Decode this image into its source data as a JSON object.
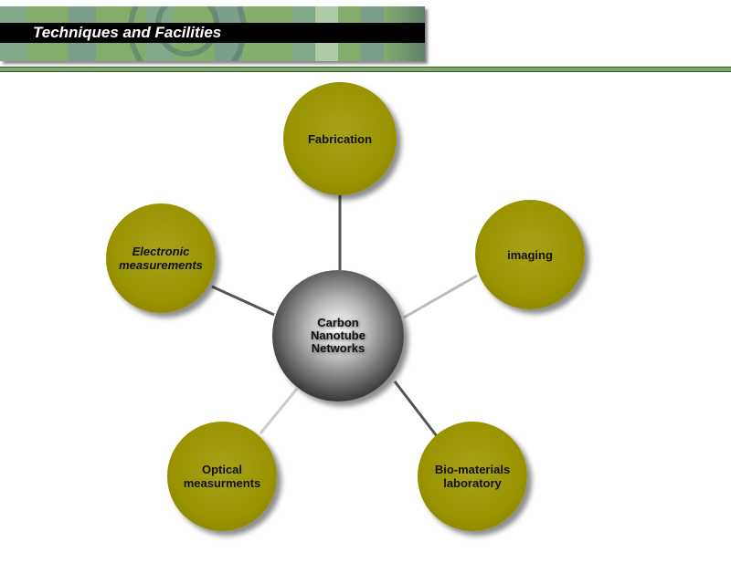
{
  "header": {
    "title": "Techniques and Facilities"
  },
  "diagram": {
    "center": {
      "line1": "Carbon",
      "line2": "Nanotube",
      "line3": "Networks"
    },
    "nodes": {
      "fabrication": "Fabrication",
      "imaging": "imaging",
      "electronic_1": "Electronic",
      "electronic_2": "measurements",
      "optical_1": "Optical",
      "optical_2": "measurments",
      "bio_1": "Bio-materials",
      "bio_2": "laboratory"
    },
    "colors": {
      "node": "#999400",
      "header_green": "#84ad6c"
    }
  }
}
